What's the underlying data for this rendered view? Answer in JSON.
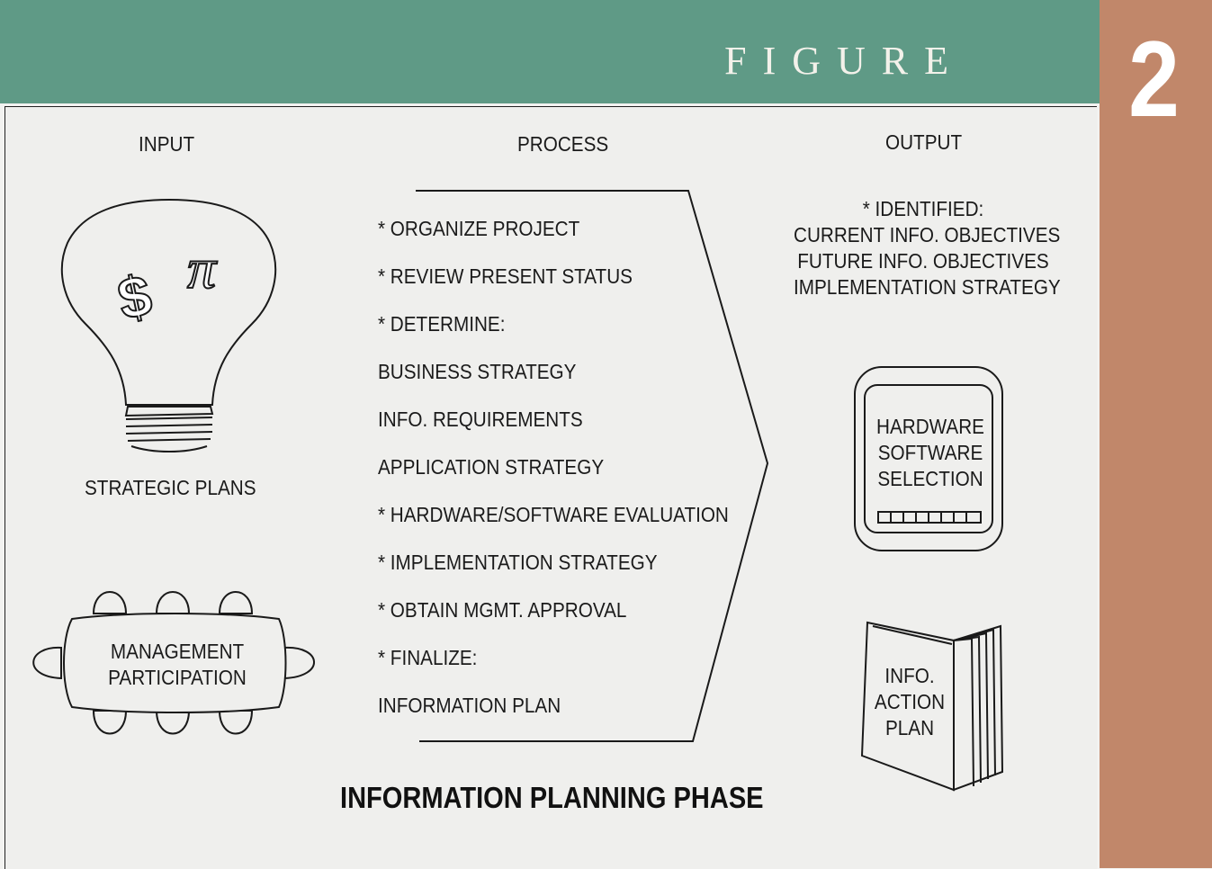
{
  "banner": {
    "word": "FIGURE",
    "number": "2",
    "green": "#5f9a86",
    "tan": "#c1876a"
  },
  "columns": {
    "input": "INPUT",
    "process": "PROCESS",
    "output": "OUTPUT"
  },
  "input": {
    "bulb_label": "STRATEGIC PLANS",
    "bulb_dollar": "$",
    "bulb_pi": "π",
    "table_line1": "MANAGEMENT",
    "table_line2": "PARTICIPATION"
  },
  "process": {
    "steps": [
      "* ORGANIZE PROJECT",
      "* REVIEW PRESENT STATUS",
      "* DETERMINE:",
      "BUSINESS STRATEGY",
      "INFO. REQUIREMENTS",
      "APPLICATION STRATEGY",
      "* HARDWARE/SOFTWARE EVALUATION",
      "* IMPLEMENTATION STRATEGY",
      "* OBTAIN MGMT. APPROVAL",
      "* FINALIZE:",
      "INFORMATION PLAN"
    ]
  },
  "output": {
    "identified": [
      "* IDENTIFIED:",
      "CURRENT INFO. OBJECTIVES",
      "FUTURE INFO. OBJECTIVES",
      "IMPLEMENTATION STRATEGY"
    ],
    "screen": [
      "HARDWARE",
      "SOFTWARE",
      "SELECTION"
    ],
    "book": [
      "INFO.",
      "ACTION",
      "PLAN"
    ]
  },
  "footer": "INFORMATION PLANNING PHASE"
}
